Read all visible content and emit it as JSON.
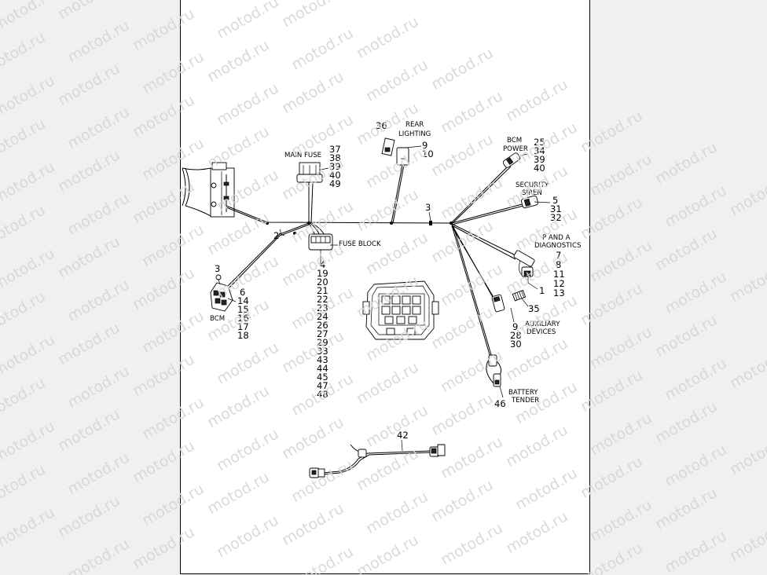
{
  "labels": {
    "main_fuse": "MAIN FUSE",
    "fuse_block": "FUSE BLOCK",
    "rear_lighting_1": "REAR",
    "rear_lighting_2": "LIGHTING",
    "bcm_power_1": "BCM",
    "bcm_power_2": "POWER",
    "security_siren_1": "SECURITY",
    "security_siren_2": "SIREN",
    "p_and_a_1": "P AND A",
    "p_and_a_2": "DIAGNOSTICS",
    "auxiliary_1": "AUXILIARY",
    "auxiliary_2": "DEVICES",
    "battery_1": "BATTERY",
    "battery_2": "TENDER",
    "bcm": "BCM"
  },
  "callouts": {
    "main_fuse": [
      "37",
      "38",
      "39",
      "40",
      "49"
    ],
    "fuse_block": [
      "4",
      "19",
      "20",
      "21",
      "22",
      "23",
      "24",
      "26",
      "27",
      "29",
      "33",
      "43",
      "44",
      "45",
      "47",
      "48"
    ],
    "rear_lighting_part": "36",
    "rear_lighting": [
      "9",
      "10"
    ],
    "bcm_power": [
      "25",
      "34",
      "39",
      "40"
    ],
    "security_siren": [
      "5",
      "31",
      "32"
    ],
    "p_and_a": [
      "7",
      "8",
      "11",
      "12",
      "13"
    ],
    "p_and_a_connector": "1",
    "auxiliary_part": "35",
    "auxiliary": [
      "9",
      "28",
      "30"
    ],
    "battery_tender": "46",
    "bcm_top": "3",
    "bcm": [
      "6",
      "14",
      "15",
      "16",
      "17",
      "18"
    ],
    "harness_2": "2",
    "harness_3": "3",
    "extension_harness": "42"
  },
  "watermark": "motod.ru"
}
